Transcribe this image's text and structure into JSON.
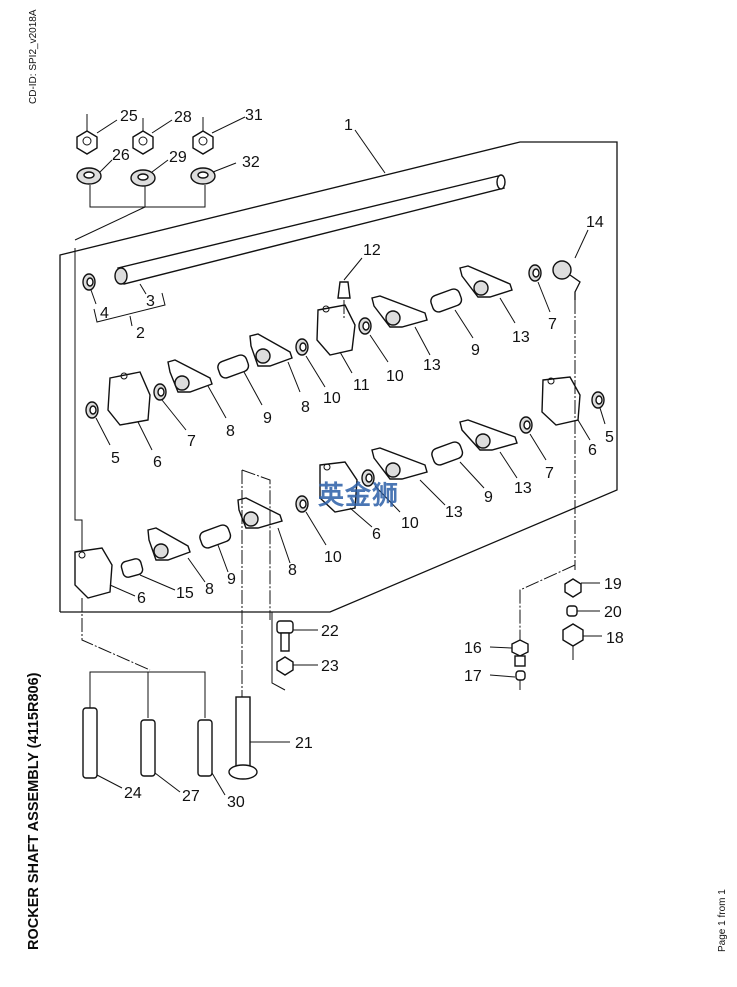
{
  "document": {
    "cd_id": "CD-ID: SPI2_v2018A",
    "title": "ROCKER SHAFT ASSEMBLY (4115R806)",
    "page_indicator": "Page 1 from 1",
    "watermark": "英金狮"
  },
  "callouts": {
    "c1": "1",
    "c2": "2",
    "c3": "3",
    "c4": "4",
    "c5a": "5",
    "c5b": "5",
    "c6a": "6",
    "c6b": "6",
    "c6c": "6",
    "c6d": "6",
    "c7a": "7",
    "c7b": "7",
    "c7c": "7",
    "c8a": "8",
    "c8b": "8",
    "c8c": "8",
    "c8d": "8",
    "c9a": "9",
    "c9b": "9",
    "c9c": "9",
    "c9d": "9",
    "c10a": "10",
    "c10b": "10",
    "c10c": "10",
    "c10d": "10",
    "c11": "11",
    "c12": "12",
    "c13a": "13",
    "c13b": "13",
    "c13c": "13",
    "c13d": "13",
    "c14": "14",
    "c15": "15",
    "c16": "16",
    "c17": "17",
    "c18": "18",
    "c19": "19",
    "c20": "20",
    "c21": "21",
    "c22": "22",
    "c23": "23",
    "c24": "24",
    "c25": "25",
    "c26": "26",
    "c27": "27",
    "c28": "28",
    "c29": "29",
    "c30": "30",
    "c31": "31",
    "c32": "32"
  }
}
